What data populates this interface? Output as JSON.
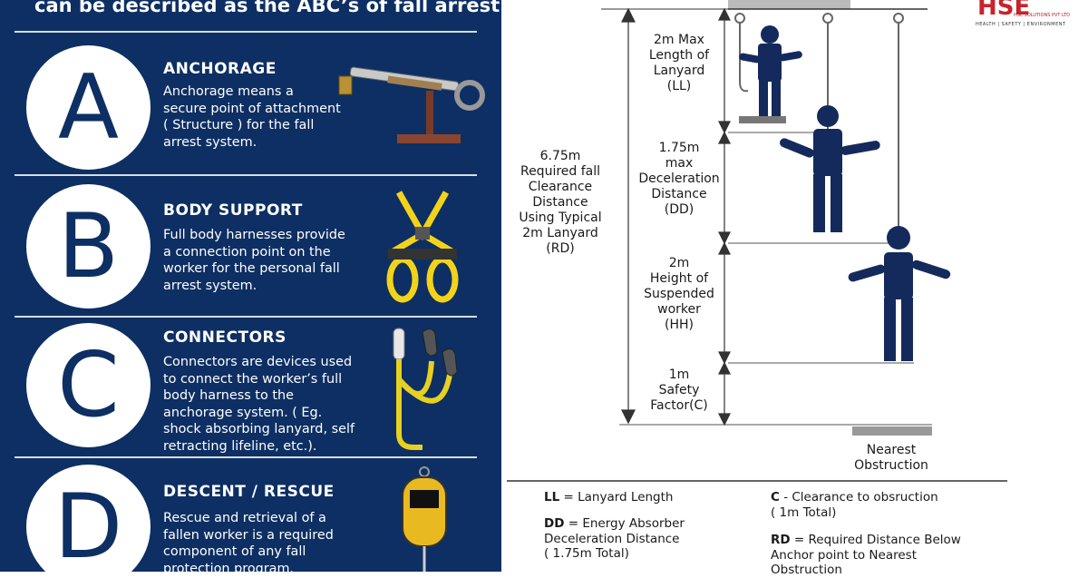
{
  "headline": "can be described as the ABC’s of fall arrest.",
  "sections": [
    {
      "letter": "A",
      "title": "ANCHORAGE",
      "body": "Anchorage means a\nsecure point of attachment\n( Structure ) for the fall\narrest system."
    },
    {
      "letter": "B",
      "title": "BODY SUPPORT",
      "body": "Full body harnesses provide\na connection point on the\nworker for the personal fall\narrest system."
    },
    {
      "letter": "C",
      "title": "CONNECTORS",
      "body": "Connectors are devices used\nto connect the worker’s full\nbody harness to the\nanchorage system. ( Eg.\nshock absorbing lanyard, self\nretracting lifeline, etc.)."
    },
    {
      "letter": "D",
      "title": "DESCENT / RESCUE",
      "body": "Rescue and retrieval of a\nfallen worker is a required\ncomponent of any fall\nprotection program."
    }
  ],
  "diagram": {
    "total": "6.75m\nRequired fall\nClearance\nDistance\nUsing Typical\n2m Lanyard\n(RD)",
    "ll": "2m Max\nLength of\nLanyard\n(LL)",
    "dd": "1.75m\nmax\nDeceleration\nDistance\n(DD)",
    "hh": "2m\nHeight of\nSuspended\nworker\n(HH)",
    "c": "1m\nSafety\nFactor(C)",
    "obstruction": "Nearest\nObstruction"
  },
  "legend": {
    "ll_abbr": "LL",
    "ll_text": "= Lanyard Length",
    "dd_abbr": "DD",
    "dd_text": "= Energy Absorber\nDeceleration Distance\n( 1.75m Total)",
    "c_abbr": "C",
    "c_text": "- Clearance to obsruction\n( 1m Total)",
    "rd_abbr": "RD",
    "rd_text": "= Required Distance Below\nAnchor point to Nearest\nObstruction"
  },
  "logo": {
    "mark": "HSE",
    "company": "HSE SOLUTIONS PVT LTD",
    "tagline": "HEALTH | SAFETY | ENVIRONMENT"
  },
  "colors": {
    "panel": "#0d2f63",
    "figure": "#152a5c",
    "harness": "#f2d31a",
    "logo": "#c8232c"
  }
}
